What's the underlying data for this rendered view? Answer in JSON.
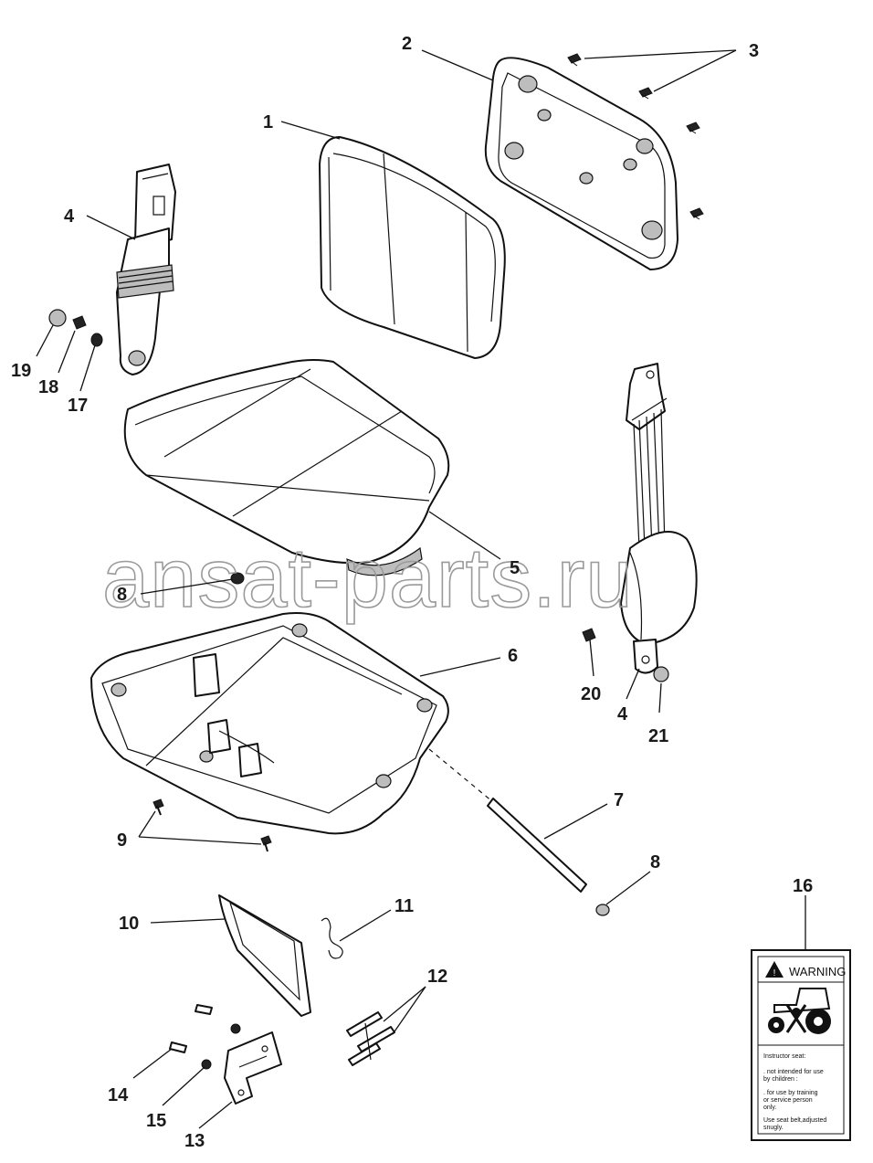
{
  "watermark": "ansat-parts.ru",
  "callouts": {
    "c1": "1",
    "c2": "2",
    "c3": "3",
    "c4a": "4",
    "c4b": "4",
    "c5": "5",
    "c6": "6",
    "c7": "7",
    "c8a": "8",
    "c8b": "8",
    "c9": "9",
    "c10": "10",
    "c11": "11",
    "c12": "12",
    "c13": "13",
    "c14": "14",
    "c15": "15",
    "c16": "16",
    "c17": "17",
    "c18": "18",
    "c19": "19",
    "c20": "20",
    "c21": "21"
  },
  "warning_label": {
    "title": "WARNING",
    "line1": "Instructor seat:",
    "line2": ". not intended for use",
    "line3": "  by children :",
    "line4": ". for use by training",
    "line5": "  or service person",
    "line6": "  only.",
    "line7": "Use seat belt,adjusted",
    "line8": "snugly."
  }
}
